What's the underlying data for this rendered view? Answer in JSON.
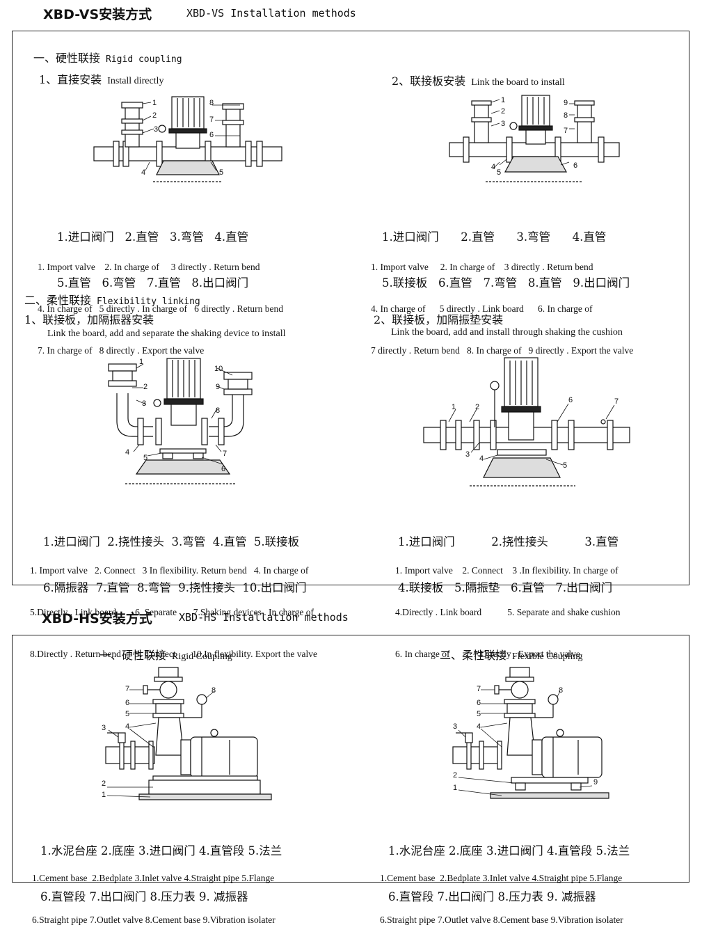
{
  "vs": {
    "title": "XBD-VS安装方式",
    "title_en": "XBD-VS Installation methods",
    "rigid_heading": "一、硬性联接",
    "rigid_heading_en": "Rigid coupling",
    "direct": {
      "heading": "1、直接安装",
      "heading_en": "Install directly",
      "zh_lines": [
        "1.进口阀门   2.直管   3.弯管   4.直管",
        "5.直管   6.弯管   7.直管   8.出口阀门"
      ],
      "en_lines": [
        "1. Import valve    2. In charge of     3 directly . Return bend",
        "4. In charge of   5 directly . In charge of   6 directly . Return bend",
        "7. In charge of   8 directly . Export the valve"
      ]
    },
    "board": {
      "heading": "2、联接板安装",
      "heading_en": "Link the board to install",
      "zh_lines": [
        "1.进口阀门      2.直管      3.弯管      4.直管",
        "5.联接板   6.直管   7.弯管   8.直管   9.出口阀门"
      ],
      "en_lines": [
        "1. Import valve     2. In charge of    3 directly . Return bend",
        "4. In charge of      5 directly . Link board      6. In charge of",
        "7 directly . Return bend   8. In charge of   9 directly . Export the valve"
      ]
    },
    "flex_heading": "二、柔性联接",
    "flex_heading_en": "Flexibility linking",
    "damper": {
      "heading": "1、联接板，加隔振器安装",
      "sub": "Link the board, add and separate the shaking device to install",
      "zh_lines": [
        "1.进口阀门  2.挠性接头  3.弯管  4.直管  5.联接板",
        "6.隔振器  7.直管  8.弯管  9.挠性接头  10.出口阀门"
      ],
      "en_lines": [
        "1. Import valve   2. Connect   3 In flexibility. Return bend   4. In charge of",
        "5.Directly . Link board        6. Separate       7.Shaking devices . In charge of",
        "8.Directly . Return bend      9. Connect       10.In flexibility. Export the valve"
      ]
    },
    "cushion": {
      "heading": "2、联接板，加隔振垫安装",
      "sub": "Link the board, add and install through shaking the cushion",
      "zh_lines": [
        "1.进口阀门          2.挠性接头          3.直管",
        "4.联接板   5.隔振垫   6.直管   7.出口阀门"
      ],
      "en_lines": [
        "1. Import valve    2. Connect    3 .In flexibility. In charge of",
        "4.Directly . Link board           5. Separate and shake cushion",
        "6. In charge of          7.Directly . Export the valve"
      ]
    }
  },
  "hs": {
    "title": "XBD-HS安装方式",
    "title_en": "XBD-HS Installation methods",
    "rigid": {
      "heading": "一、硬性联接",
      "heading_en": "Rigid Coupling",
      "zh_lines": [
        "1.水泥台座 2.底座 3.进口阀门 4.直管段 5.法兰",
        "6.直管段 7.出口阀门 8.压力表 9. 减振器"
      ],
      "en_lines": [
        "1.Cement base  2.Bedplate 3.Inlet valve 4.Straight pipe 5.Flange",
        "6.Straight pipe 7.Outlet valve 8.Cement base 9.Vibration isolater"
      ]
    },
    "flexible": {
      "heading": "二、柔性联接",
      "heading_en": "Flexible Coupling",
      "zh_lines": [
        "1.水泥台座 2.底座 3.进口阀门 4.直管段 5.法兰",
        "6.直管段 7.出口阀门 8.压力表 9. 减振器"
      ],
      "en_lines": [
        "1.Cement base  2.Bedplate 3.Inlet valve 4.Straight pipe 5.Flange",
        "6.Straight pipe 7.Outlet valve 8.Cement base 9.Vibration isolater"
      ]
    }
  },
  "callouts": {
    "vs_direct": [
      "1",
      "2",
      "3",
      "4",
      "5",
      "6",
      "7",
      "8"
    ],
    "vs_board": [
      "1",
      "2",
      "3",
      "4",
      "5",
      "6",
      "7",
      "8",
      "9"
    ],
    "vs_damper": [
      "1",
      "2",
      "3",
      "4",
      "5",
      "6",
      "7",
      "8",
      "9",
      "10"
    ],
    "vs_cushion": [
      "1",
      "2",
      "3",
      "4",
      "5",
      "6",
      "7"
    ],
    "hs_rigid": [
      "1",
      "2",
      "3",
      "4",
      "5",
      "6",
      "7",
      "8"
    ],
    "hs_flex": [
      "1",
      "2",
      "3",
      "4",
      "5",
      "6",
      "7",
      "8",
      "9"
    ]
  }
}
